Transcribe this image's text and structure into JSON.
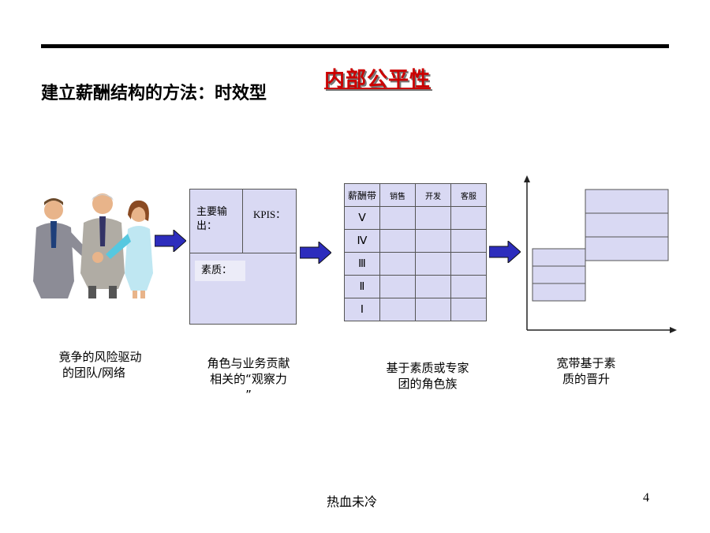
{
  "title": "建立薪酬结构的方法：时效型",
  "badge": "内部公平性",
  "panel2": {
    "top_left": "主要输出：",
    "top_right": "KPIS：",
    "bottom": "素质："
  },
  "table": {
    "corner": "薪酬带",
    "columns": [
      "销售",
      "开发",
      "客服"
    ],
    "rows": [
      "Ⅴ",
      "Ⅳ",
      "Ⅲ",
      "Ⅱ",
      "Ⅰ"
    ]
  },
  "captions": {
    "c1": [
      "竟争的风险驱动",
      "的团队/网络"
    ],
    "c2": [
      "角色与业务贡献",
      "相关的“观察力",
      "”"
    ],
    "c3": [
      "基于素质或专家",
      "团的角色族"
    ],
    "c4": [
      "宽带基于素",
      "质的晋升"
    ]
  },
  "footer": "热血未冷",
  "page_number": "4",
  "colors": {
    "box_fill": "#d9d9f3",
    "arrow": "#2d2dbd",
    "badge": "#cc0000"
  }
}
